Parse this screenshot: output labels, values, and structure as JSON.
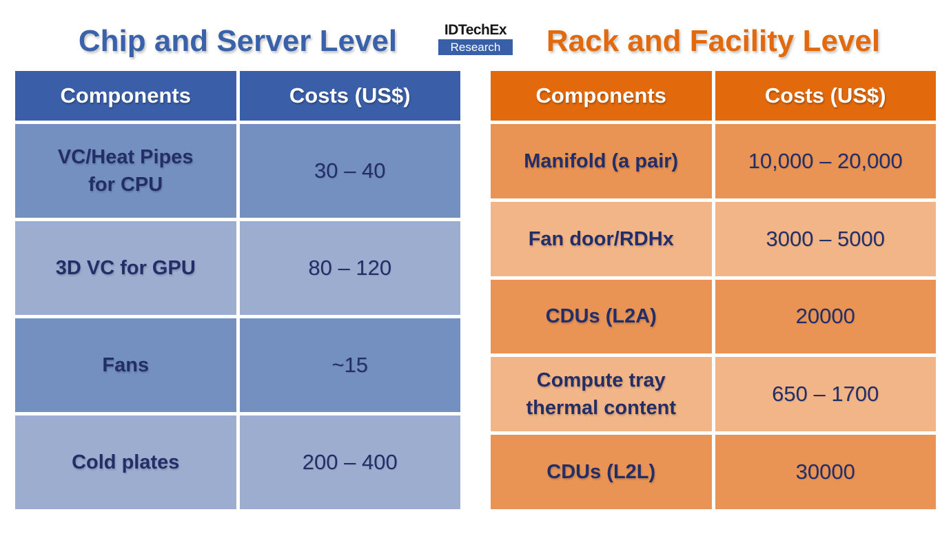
{
  "header": {
    "left_title": "Chip and Server Level",
    "right_title": "Rack and Facility Level"
  },
  "logo": {
    "brand": "IDTechEx",
    "division": "Research"
  },
  "chart_data": [
    {
      "type": "table",
      "title": "Chip and Server Level",
      "columns": [
        "Components",
        "Costs (US$)"
      ],
      "rows": [
        [
          "VC/Heat Pipes\nfor CPU",
          "30 – 40"
        ],
        [
          "3D VC for GPU",
          "80 – 120"
        ],
        [
          "Fans",
          "~15"
        ],
        [
          "Cold plates",
          "200 – 400"
        ]
      ]
    },
    {
      "type": "table",
      "title": "Rack and Facility Level",
      "columns": [
        "Components",
        "Costs (US$)"
      ],
      "rows": [
        [
          "Manifold (a pair)",
          "10,000 – 20,000"
        ],
        [
          "Fan door/RDHx",
          "3000 – 5000"
        ],
        [
          "CDUs (L2A)",
          "20000"
        ],
        [
          "Compute tray\nthermal content",
          "650 – 1700"
        ],
        [
          "CDUs (L2L)",
          "30000"
        ]
      ]
    }
  ],
  "colors": {
    "title_blue": "#3a62ab",
    "header_blue": "#3a5fa8",
    "row_blue_dark": "#7390c1",
    "row_blue_light": "#9cadd0",
    "title_orange": "#e2690c",
    "header_orange": "#e2690c",
    "row_orange_dark": "#e99455",
    "row_orange_light": "#f2b587",
    "text_navy": "#232e68",
    "logo_badge_blue": "#3a5fa9",
    "background": "#ffffff"
  }
}
